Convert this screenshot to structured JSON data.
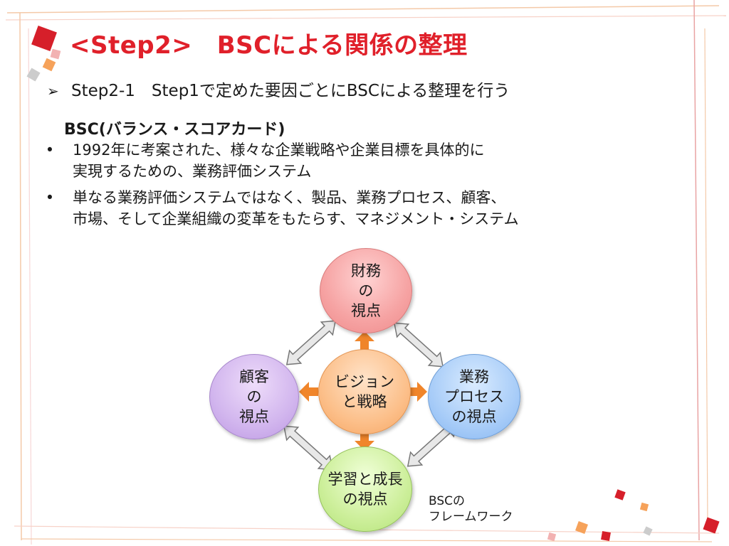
{
  "slide": {
    "title": "<Step2>　BSCによる関係の整理",
    "step_line": "Step2-1　Step1で定めた要因ごとにBSCによる整理を行う",
    "bsc_heading": "BSC(バランス・スコアカード)",
    "bullets": [
      {
        "line1": "1992年に考案された、様々な企業戦略や企業目標を具体的に",
        "line2": "実現するための、業務評価システム"
      },
      {
        "line1": "単なる業務評価システムではなく、製品、業務プロセス、顧客、",
        "line2": "市場、そして企業組織の変革をもたらす、マネジメント・システム"
      }
    ]
  },
  "diagram": {
    "financial": [
      "財務",
      "の",
      "視点"
    ],
    "customer": [
      "顧客",
      "の",
      "視点"
    ],
    "vision": [
      "ビジョン",
      "と戦略"
    ],
    "business": [
      "業務",
      "プロセス",
      "の視点"
    ],
    "learning": [
      "学習と成長",
      "の視点"
    ],
    "caption": [
      "BSCの",
      "フレームワーク"
    ]
  },
  "colors": {
    "title": "#e0202a",
    "accent_square": "#d61f2a",
    "orange_arrow": "#f0852a",
    "gray_arrow": "#e6e6e6"
  }
}
